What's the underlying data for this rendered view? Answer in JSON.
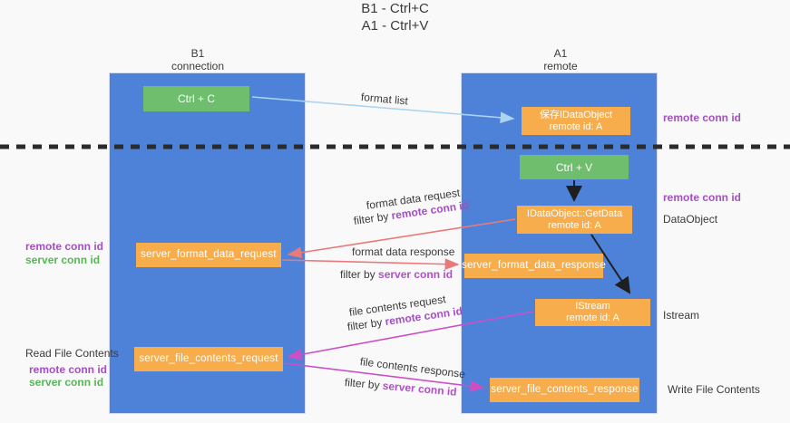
{
  "title": {
    "line1": "B1 - Ctrl+C",
    "line2": "A1 - Ctrl+V"
  },
  "lanes": {
    "left": {
      "title": "B1",
      "subtitle": "connection"
    },
    "right": {
      "title": "A1",
      "subtitle": "remote"
    }
  },
  "boxes": {
    "ctrl_c": {
      "label": "Ctrl + C"
    },
    "ctrl_v": {
      "label": "Ctrl + V"
    },
    "save_idataobject": {
      "line1": "保存IDataObject",
      "line2": "remote id: A"
    },
    "getdata": {
      "line1": "IDataObject::GetData",
      "line2": "remote id: A"
    },
    "istream": {
      "line1": "IStream",
      "line2": "remote id: A"
    },
    "server_format_data_request": {
      "label": "server_format_data_request"
    },
    "server_format_data_response": {
      "label": "server_format_data_response"
    },
    "server_file_contents_request": {
      "label": "server_file_contents_request"
    },
    "server_file_contents_response": {
      "label": "server_file_contents_response"
    }
  },
  "arrow_labels": {
    "format_list": "format list",
    "format_data_request": "format data request",
    "format_data_response": "format data response",
    "file_contents_request": "file contents request",
    "file_contents_response": "file contents response",
    "filter_by": "filter by "
  },
  "keywords": {
    "remote_conn_id": "remote conn id",
    "server_conn_id": "server conn id"
  },
  "side_labels": {
    "right": [
      "remote conn id",
      "remote conn id",
      "DataObject",
      "Istream",
      "Write File Contents"
    ],
    "left": [
      "remote conn id",
      "server conn id",
      "Read File Contents",
      "remote conn id",
      "server conn id"
    ]
  },
  "colors": {
    "lane_blue": "#4d82d8",
    "box_green": "#6ebe6e",
    "box_orange": "#f7ad4c",
    "remote_purple": "#a44fc2",
    "server_green": "#57b757",
    "arrow_red": "#e87a7a",
    "arrow_magenta": "#cc4fc6",
    "arrow_lightblue": "#aad4f2",
    "arrow_black": "#1f1f1f",
    "dashed_line": "#2b2b2b"
  }
}
